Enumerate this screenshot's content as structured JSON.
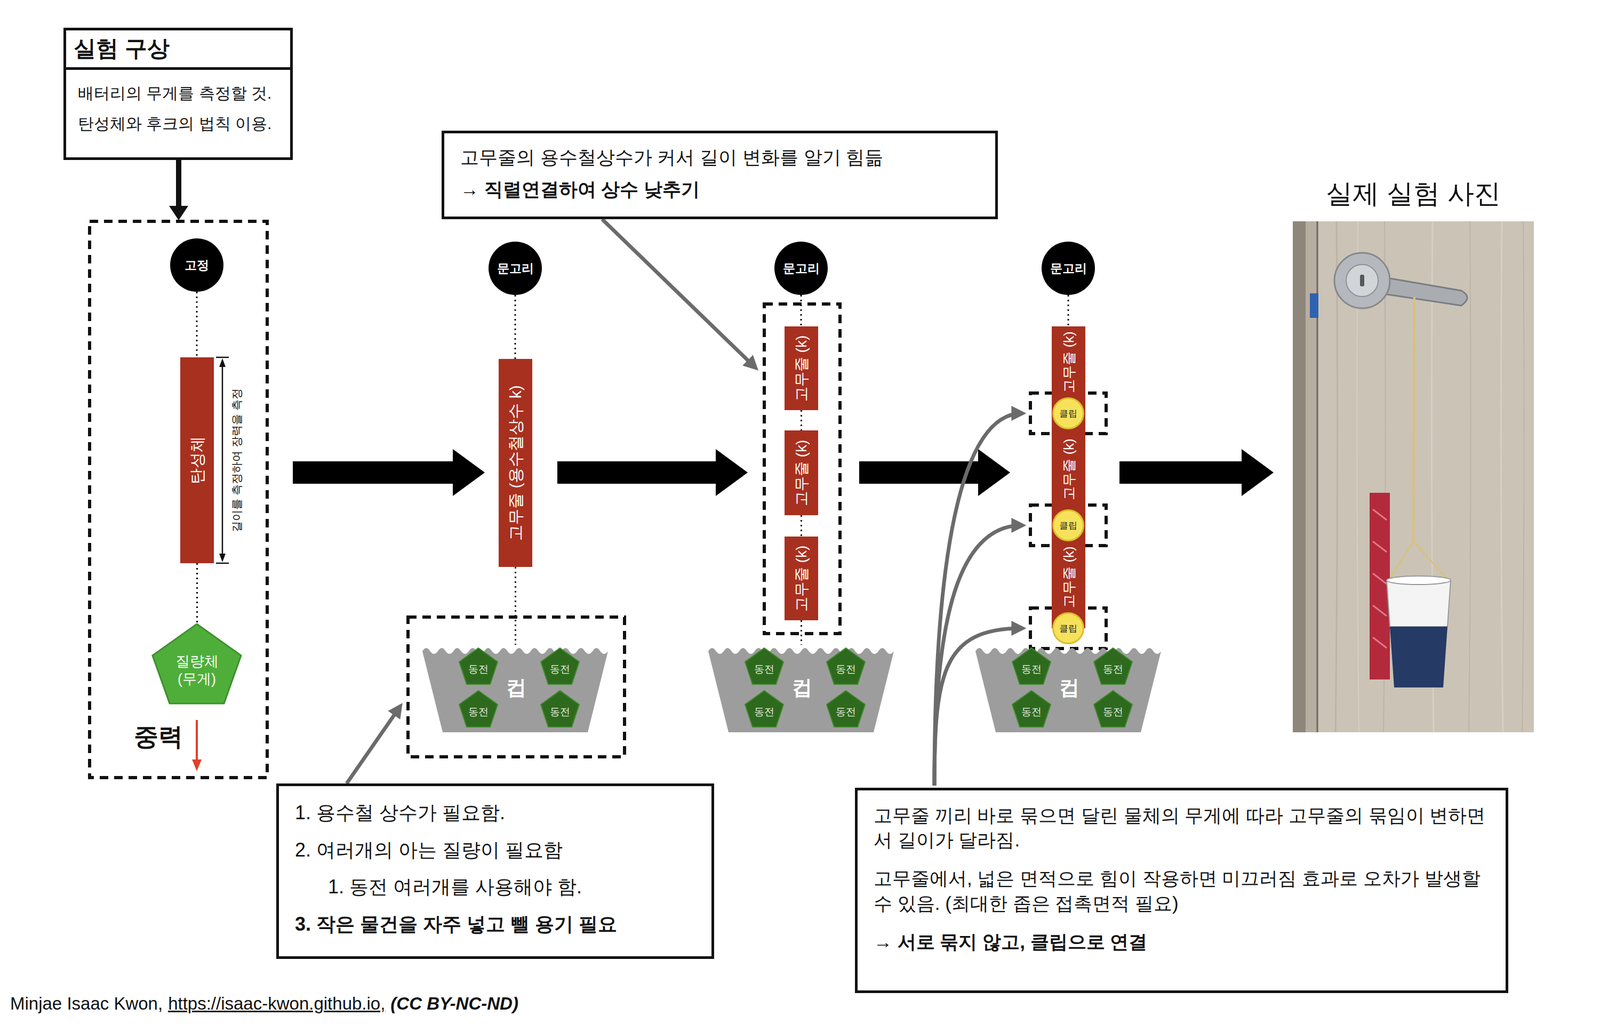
{
  "diagram": {
    "nodes": [
      {
        "text": [
          "실험 구상",
          "배터리의 무게를 측정할 것.",
          "탄성체와 후크의 법칙 이용."
        ]
      },
      {
        "text": [
          "고정"
        ]
      },
      {
        "text": [
          "탄성체"
        ]
      },
      {
        "text": [
          "질량체 (무게)"
        ]
      },
      {
        "text": [
          "문고리"
        ]
      },
      {
        "text": [
          "고무줄 (용수철상수 k)"
        ]
      },
      {
        "text": [
          "컵"
        ]
      },
      {
        "text": [
          "동전"
        ],
        "in": 6
      },
      {
        "text": [
          "동전"
        ],
        "in": 6
      },
      {
        "text": [
          "동전"
        ],
        "in": 6
      },
      {
        "text": [
          "동전"
        ],
        "in": 6
      },
      {
        "text": [
          "고무줄의 용수철상수가 커서 길이 변화를 알기 힘듦",
          "→ 직렬연결하여 상수 낮추기"
        ]
      },
      {
        "text": [
          "문고리"
        ]
      },
      {
        "text": [
          "고무줄 (k)"
        ]
      },
      {
        "text": [
          "고무줄 (k)"
        ]
      },
      {
        "text": [
          "고무줄 (k)"
        ]
      },
      {
        "text": [
          "컵"
        ]
      },
      {
        "text": [
          "동전"
        ],
        "in": 16
      },
      {
        "text": [
          "동전"
        ],
        "in": 16
      },
      {
        "text": [
          "동전"
        ],
        "in": 16
      },
      {
        "text": [
          "동전"
        ],
        "in": 16
      },
      {
        "text": [
          "문고리"
        ]
      },
      {
        "text": [
          "고무줄 (k)"
        ]
      },
      {
        "text": [
          "클립"
        ]
      },
      {
        "text": [
          "고무줄 (k)"
        ]
      },
      {
        "text": [
          "클립"
        ]
      },
      {
        "text": [
          "고무줄 (k)"
        ]
      },
      {
        "text": [
          "클립"
        ]
      },
      {
        "text": [
          "컵"
        ]
      },
      {
        "text": [
          "동전"
        ],
        "in": 28
      },
      {
        "text": [
          "동전"
        ],
        "in": 28
      },
      {
        "text": [
          "동전"
        ],
        "in": 28
      },
      {
        "text": [
          "동전"
        ],
        "in": 28
      },
      {
        "text": [
          "1. 용수철 상수가 필요함.",
          "2. 여러개의 아는 질량이 필요함",
          "1. 동전 여러개를 사용해야 함.",
          "3. 작은 물건을 자주 넣고 뺄 용기 필요"
        ]
      },
      {
        "text": [
          "고무줄 끼리 바로 묶으면 달린 물체의 무게에 따라 고무줄의 묶임이 변하면서 길이가 달라짐.",
          "고무줄에서, 넓은 면적으로 힘이 작용하면 미끄러짐 효과로 오차가 발생할 수 있음. (최대한 좁은 접촉면적 필요)",
          "→ 서로 묶지 않고, 클립으로 연결"
        ]
      }
    ],
    "edges": [
      {
        "from": 1,
        "to": 2,
        "arrow": "none"
      },
      {
        "from": 2,
        "to": 3,
        "arrow": "none"
      },
      {
        "from": 4,
        "to": 5,
        "arrow": "none"
      },
      {
        "from": 5,
        "to": 6,
        "arrow": "none"
      },
      {
        "from": 12,
        "to": 13,
        "arrow": "none"
      },
      {
        "from": 13,
        "to": 14,
        "arrow": "none"
      },
      {
        "from": 14,
        "to": 15,
        "arrow": "none"
      },
      {
        "from": 15,
        "to": 16,
        "arrow": "none"
      },
      {
        "from": 21,
        "to": 22,
        "arrow": "none"
      }
    ],
    "labels": [
      "길이를 측정하여 장력을 측정",
      "중력",
      "실제 실험 사진",
      "Minjae Isaac Kwon,",
      "https://isaac-kwon.github.io,",
      "(CC BY-NC-ND)"
    ]
  }
}
